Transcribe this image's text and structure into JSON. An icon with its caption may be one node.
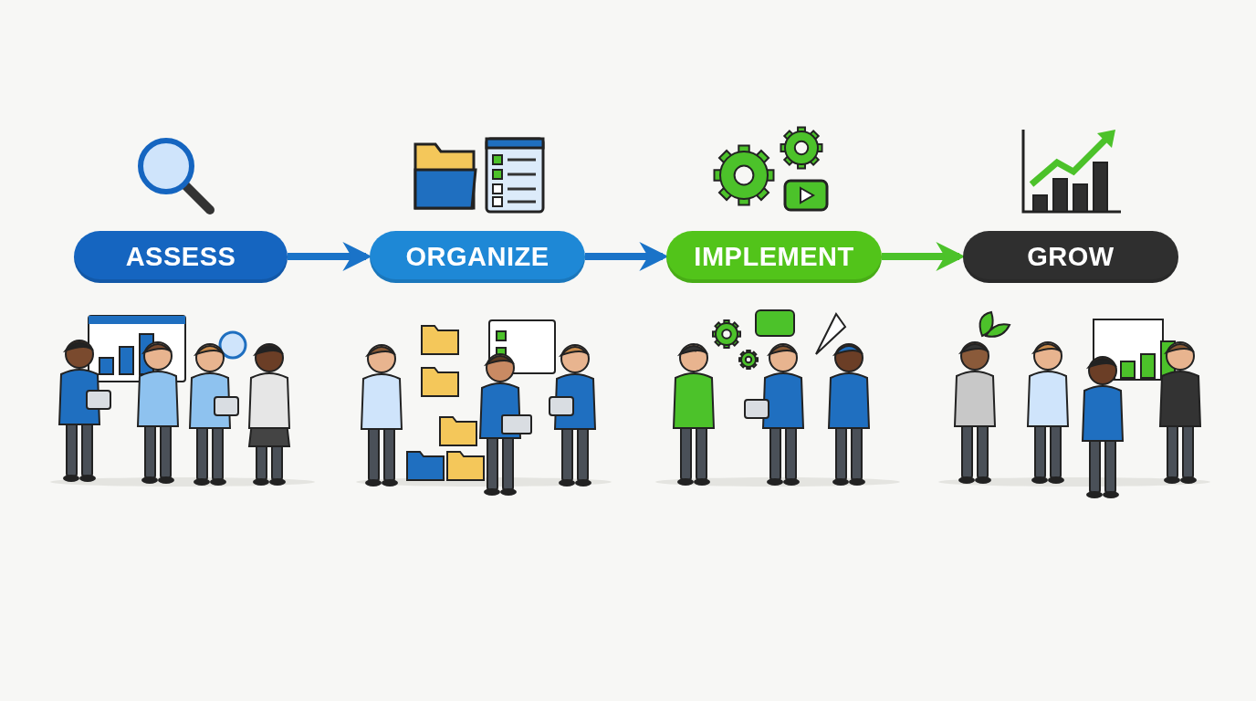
{
  "diagram": {
    "nodes": [
      {
        "text": [
          "ASSESS"
        ]
      },
      {
        "text": [
          "ORGANIZE"
        ]
      },
      {
        "text": [
          "IMPLEMENT"
        ]
      },
      {
        "text": [
          "GROW"
        ]
      }
    ],
    "edges": [
      {
        "from": 0,
        "to": 1,
        "arrow": "to"
      },
      {
        "from": 1,
        "to": 2,
        "arrow": "to"
      },
      {
        "from": 2,
        "to": 3,
        "arrow": "to",
        "color": "#4cc22a"
      }
    ]
  }
}
